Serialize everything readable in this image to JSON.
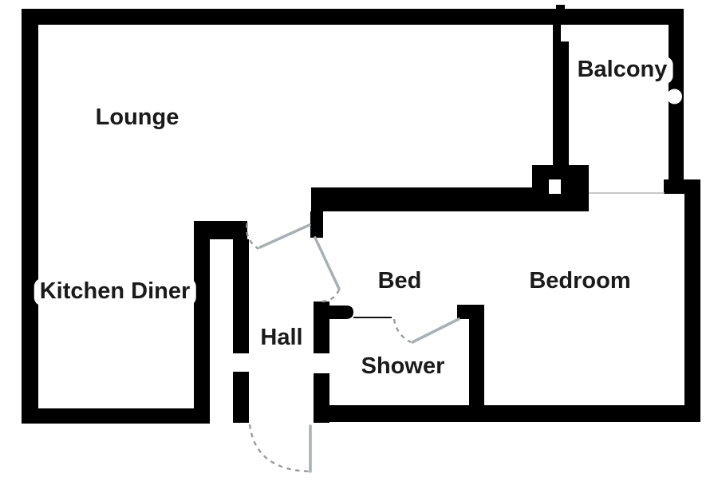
{
  "rooms": {
    "lounge": {
      "label": "Lounge"
    },
    "balcony": {
      "label": "Balcony"
    },
    "kitchen_diner": {
      "label": "Kitchen Diner"
    },
    "hall": {
      "label": "Hall"
    },
    "bed": {
      "label": "Bed"
    },
    "bedroom": {
      "label": "Bedroom"
    },
    "shower": {
      "label": "Shower"
    }
  },
  "colors": {
    "wall": "#000000",
    "door_leaf": "#a9b0b4",
    "door_arc": "#9b9fa2",
    "window_line": "#b5b5b5",
    "screen_line": "#111111",
    "background": "#ffffff",
    "label_text": "#1a1a1a"
  }
}
